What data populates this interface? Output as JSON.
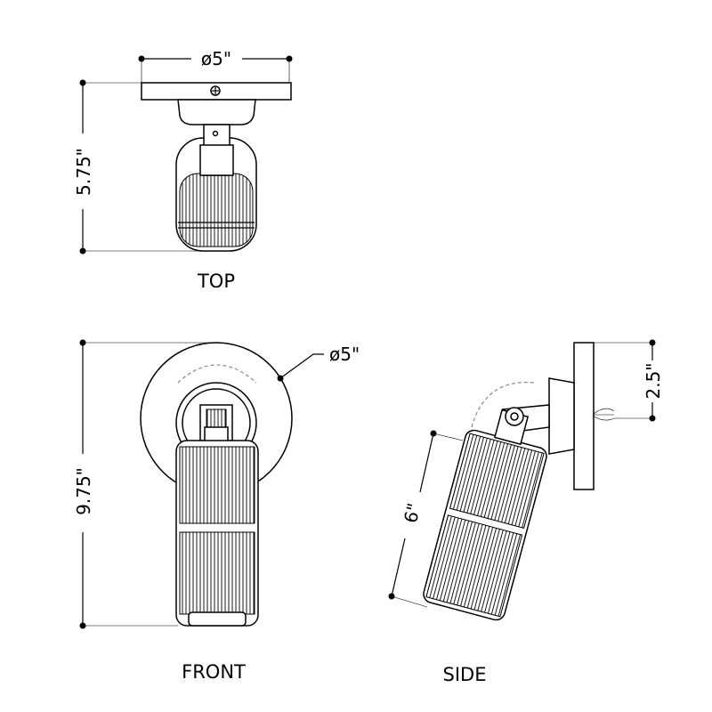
{
  "top_view": {
    "label": "TOP",
    "width_dim": "ø5\"",
    "height_dim": "5.75\""
  },
  "front_view": {
    "label": "FRONT",
    "diameter_dim": "ø5\"",
    "height_dim": "9.75\""
  },
  "side_view": {
    "label": "SIDE",
    "length_dim": "6\"",
    "depth_dim": "2.5\""
  }
}
